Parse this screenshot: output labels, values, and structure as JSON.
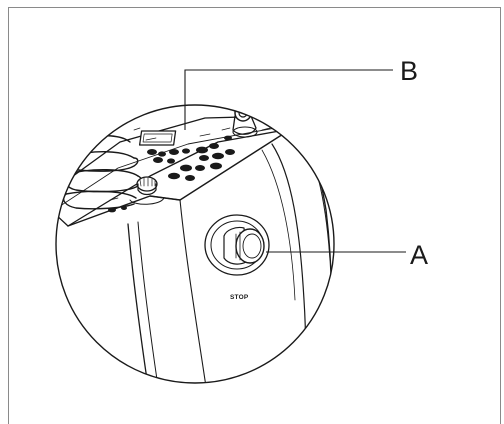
{
  "figure": {
    "callouts": [
      {
        "id": "A",
        "label": "A"
      },
      {
        "id": "B",
        "label": "B"
      }
    ],
    "panel_text": {
      "stop": "STOP"
    },
    "colors": {
      "line": "#1a1a1a",
      "frame": "#7a7a7a",
      "background": "#ffffff"
    }
  }
}
